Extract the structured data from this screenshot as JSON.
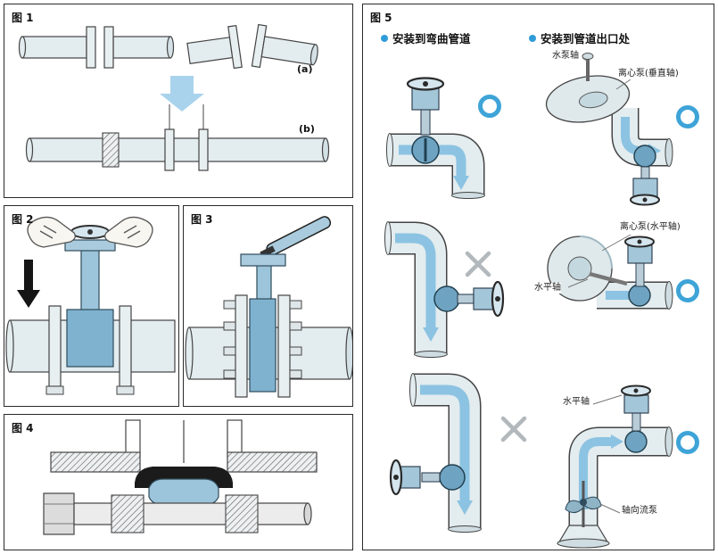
{
  "figures": {
    "fig1": {
      "label": "图 1",
      "sub_a": "(a)",
      "sub_b": "(b)"
    },
    "fig2": {
      "label": "图 2"
    },
    "fig3": {
      "label": "图 3"
    },
    "fig4": {
      "label": "图 4"
    },
    "fig5": {
      "label": "图 5",
      "sections": [
        {
          "title": "安装到弯曲管道"
        },
        {
          "title": "安装到管道出口处"
        }
      ],
      "annotations": {
        "pump_shaft": "水泵轴",
        "centrifugal_vertical": "离心泵(垂直轴)",
        "centrifugal_horizontal": "离心泵(水平轴)",
        "horizontal_axis_mid": "水平轴",
        "horizontal_axis_bottom": "水平轴",
        "axial_flow_pump": "轴向流泵"
      }
    }
  },
  "icons": {
    "bullet": "blue-dot",
    "correct": "blue-circle-outline",
    "wrong": "gray-x-mark"
  },
  "colors": {
    "accent_blue": "#2f9cd8",
    "pipe_fill": "#e3ecef",
    "valve_blue": "#7fb2cf",
    "flow_arrow": "#8cc3e2",
    "correct_ring": "#3ea4d8",
    "wrong_mark": "#b2b8bc",
    "outline": "#444444"
  }
}
